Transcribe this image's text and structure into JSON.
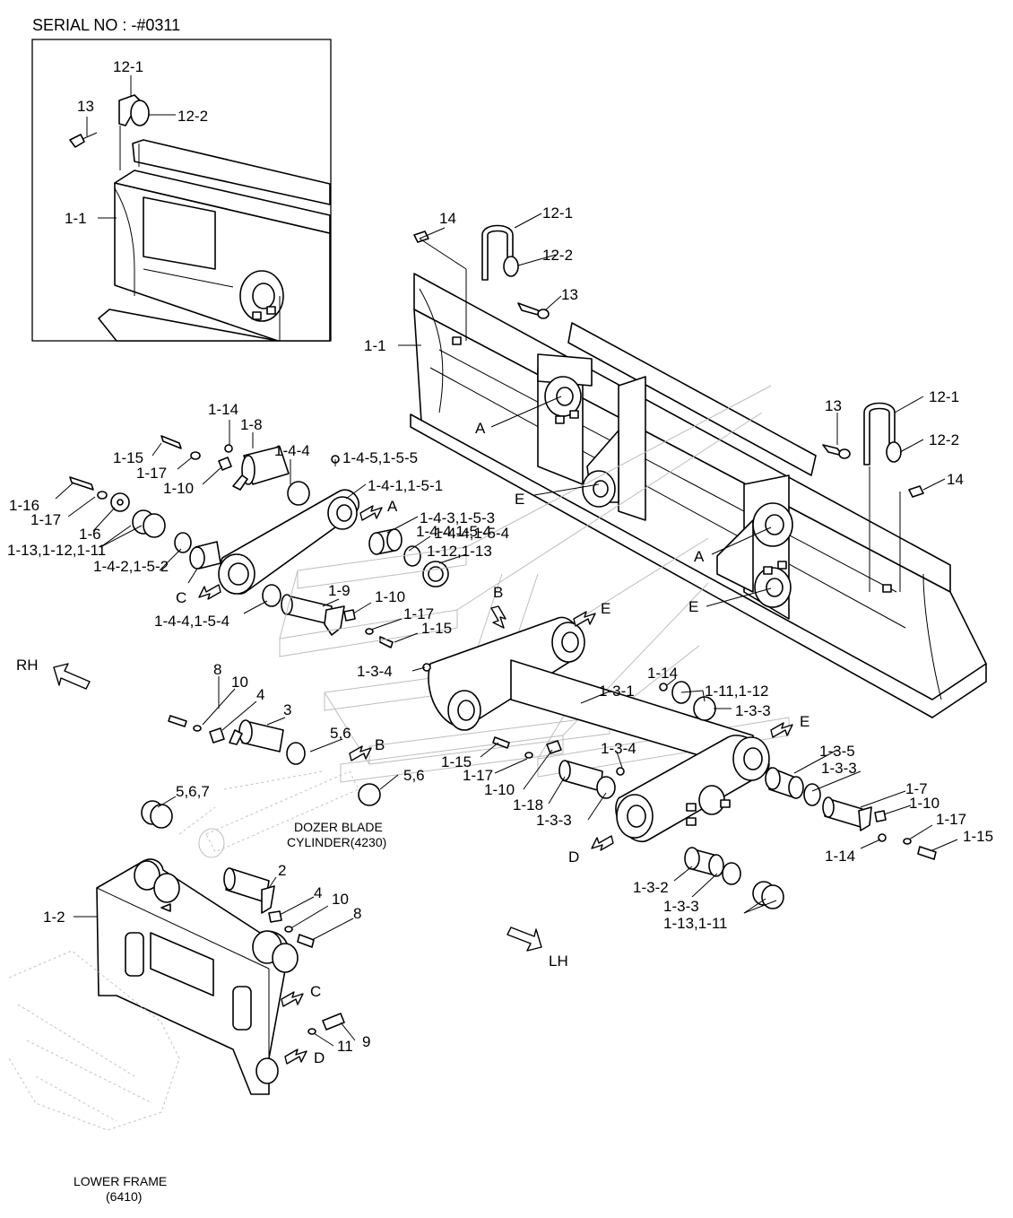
{
  "serial": "SERIAL NO : -#0311",
  "direction_labels": {
    "rh": "RH",
    "lh": "LH"
  },
  "captions": {
    "dozer_line1": "DOZER BLADE",
    "dozer_line2": "CYLINDER(4230)",
    "frame_line1": "LOWER FRAME",
    "frame_line2": "(6410)"
  },
  "inset_labels": [
    "12-1",
    "13",
    "12-2",
    "1-1"
  ],
  "part_labels": [
    "14",
    "12-1",
    "12-2",
    "13",
    "1-1",
    "A",
    "13",
    "12-1",
    "12-2",
    "14",
    "E",
    "A",
    "E",
    "1-14",
    "1-8",
    "1-4-4",
    "1-15",
    "1-17",
    "1-10",
    "1-4-5,1-5-5",
    "1-16",
    "1-17",
    "1-6",
    "1-4-1,1-5-1",
    "A",
    "1-13,1-12,1-11",
    "1-4-3,1-5-3",
    "1-4-4,1-5-4",
    "1-4-4,1-5-4",
    "1-12,1-13",
    "1-4-2,1-5-2",
    "C",
    "B",
    "E",
    "1-9",
    "1-10",
    "1-4-4,1-5-4",
    "1-17",
    "1-15",
    "1-3-4",
    "8",
    "10",
    "4",
    "3",
    "1-14",
    "1-11,1-12",
    "1-3-1",
    "1-3-3",
    "E",
    "5,6",
    "B",
    "1-15",
    "1-3-4",
    "1-3-5",
    "1-17",
    "5,6",
    "1-3-3",
    "1-7",
    "1-10",
    "1-10",
    "1-18",
    "1-17",
    "1-3-3",
    "1-15",
    "D",
    "1-14",
    "5,6,7",
    "2",
    "1-3-2",
    "4",
    "10",
    "1-2",
    "8",
    "1-3-3",
    "1-13,1-11",
    "C",
    "9",
    "11",
    "D"
  ]
}
